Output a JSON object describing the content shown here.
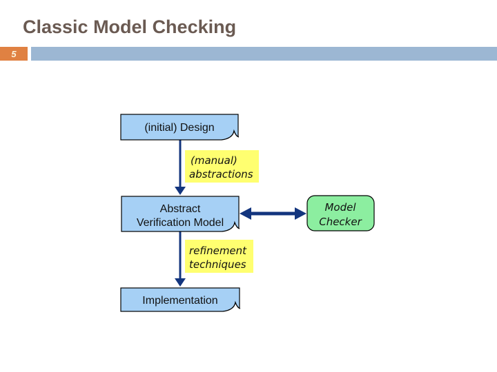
{
  "slide": {
    "title": "Classic Model Checking",
    "page_number": "5"
  },
  "diagram": {
    "nodes": {
      "design": {
        "label": "(initial) Design"
      },
      "manual_abstractions": {
        "line1": "(manual)",
        "line2": "abstractions"
      },
      "avm": {
        "line1": "Abstract",
        "line2": "Verification Model"
      },
      "model_checker": {
        "line1": "Model",
        "line2": "Checker"
      },
      "refinement": {
        "line1": "refinement",
        "line2": "techniques"
      },
      "implementation": {
        "label": "Implementation"
      }
    },
    "edges": [
      {
        "from": "design",
        "to": "avm",
        "label": "manual abstractions",
        "direction": "down"
      },
      {
        "from": "avm",
        "to": "model_checker",
        "direction": "both"
      },
      {
        "from": "avm",
        "to": "implementation",
        "label": "refinement techniques",
        "direction": "down"
      }
    ]
  },
  "colors": {
    "title_text": "#6A5A52",
    "page_number_bg": "#E08142",
    "page_number_text": "#FBF5E0",
    "header_bar": "#9CB7D3",
    "node_blue": "#A6D0F5",
    "label_yellow": "#FFFF70",
    "checker_green": "#8CEEA0",
    "arrow_navy": "#13357E",
    "abstractions_red": "#C00000",
    "checker_text_red": "#B23000"
  }
}
